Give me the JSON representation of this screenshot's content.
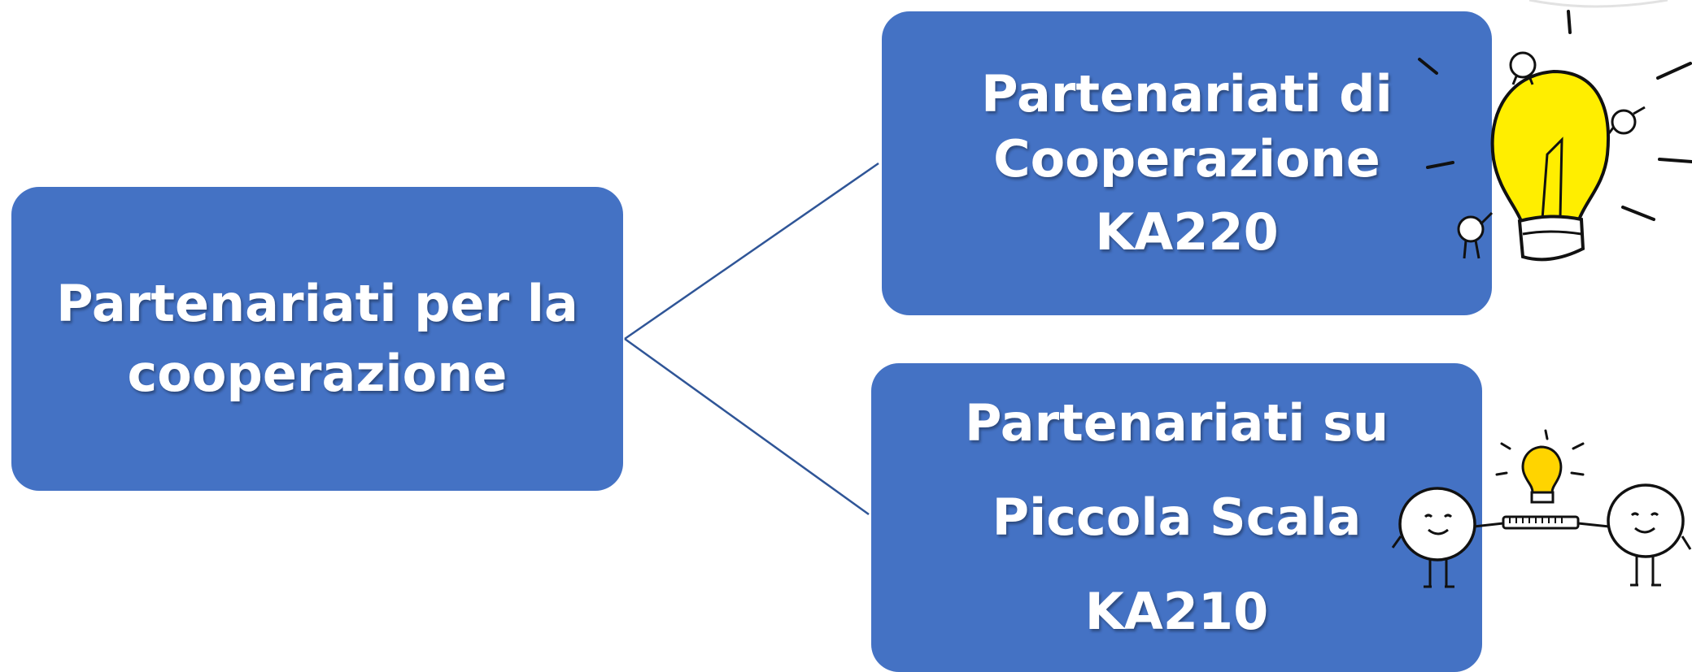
{
  "root": {
    "lines": [
      "Partenariati per la",
      "cooperazione"
    ]
  },
  "branches": [
    {
      "lines": [
        "Partenariati di",
        "Cooperazione"
      ],
      "code": "KA220"
    },
    {
      "lines": [
        "Partenariati su",
        "Piccola Scala"
      ],
      "code": "KA210"
    }
  ],
  "colors": {
    "box_fill": "#4472c4",
    "connector": "#2f5597",
    "text": "#ffffff",
    "bulb": "#ffee00"
  },
  "icons": {
    "top": "lightbulb-with-figures-icon",
    "bottom": "two-figures-sharing-idea-icon"
  }
}
